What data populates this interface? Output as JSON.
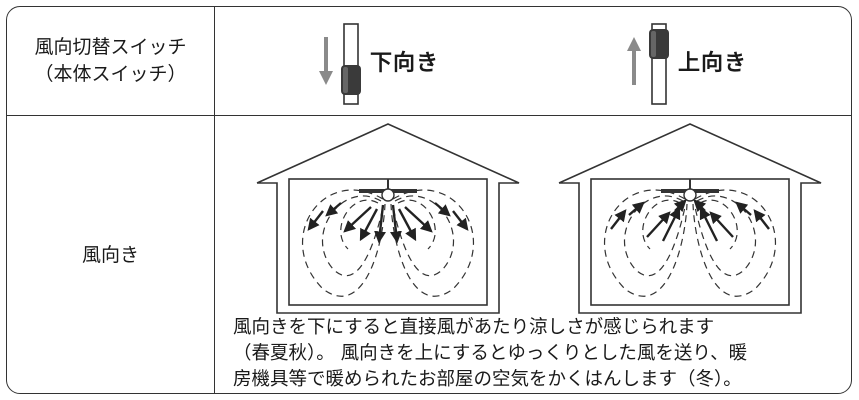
{
  "header": {
    "label_line1": "風向切替スイッチ",
    "label_line2": "（本体スイッチ）",
    "option_down": "下向き",
    "option_up": "上向き"
  },
  "row": {
    "label": "風向き"
  },
  "description": {
    "line1": "風向きを下にすると直接風があたり涼しさが感じられます",
    "line2": "（春夏秋）。 風向きを上にするとゆっくりとした風を送り、暖",
    "line3": "房機具等で暖められたお部屋の空気をかくはんします（冬）。"
  },
  "icons": [
    "arrow-down-icon",
    "switch-down-icon",
    "arrow-up-icon",
    "switch-up-icon",
    "house-airflow-down-diagram",
    "house-airflow-up-diagram"
  ],
  "colors": {
    "line": "#333333",
    "switch_knob": "#3a3a3a",
    "arrow": "#8a8a8a"
  }
}
